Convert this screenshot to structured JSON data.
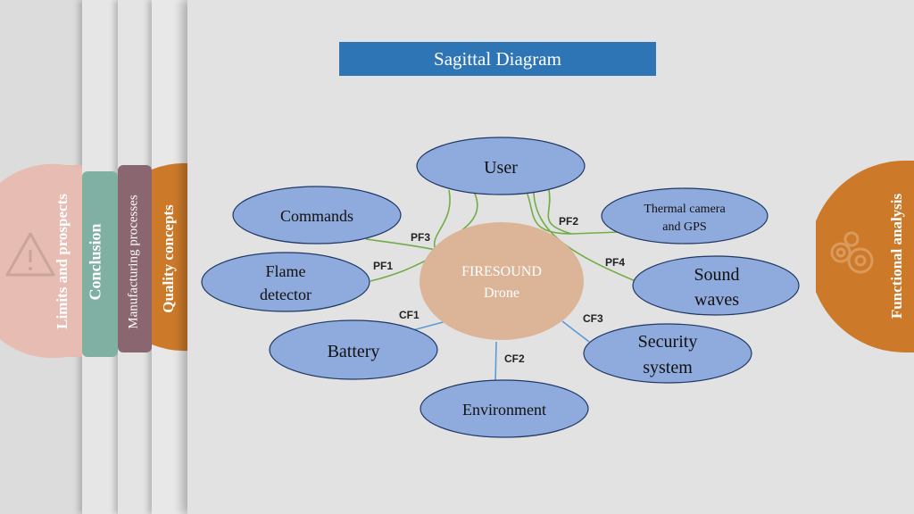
{
  "title": "Sagittal Diagram",
  "tabs": [
    {
      "label": "Limits and prospects",
      "color": "#e6b9ae"
    },
    {
      "label": "Conclusion",
      "color": "#7fb0a2"
    },
    {
      "label": "Manufacturing processes",
      "color": "#8a6670"
    },
    {
      "label": "Quality concepts",
      "color": "#cc7a2a"
    }
  ],
  "right_tab": {
    "label": "Functional analysis",
    "color": "#cc7a2a"
  },
  "center": {
    "line1": "FIRESOUND",
    "line2": "Drone",
    "color": "#dcb497"
  },
  "nodes": {
    "user": "User",
    "commands": "Commands",
    "thermal1": "Thermal camera",
    "thermal2": "and GPS",
    "flame1": "Flame",
    "flame2": "detector",
    "sound1": "Sound",
    "sound2": "waves",
    "battery": "Battery",
    "security1": "Security",
    "security2": "system",
    "environment": "Environment"
  },
  "links": {
    "pf1": "PF1",
    "pf2": "PF2",
    "pf3": "PF3",
    "pf4": "PF4",
    "cf1": "CF1",
    "cf2": "CF2",
    "cf3": "CF3"
  },
  "colors": {
    "node_fill": "#8faadc",
    "node_stroke": "#1f3864",
    "pf_line": "#70ad47",
    "cf_line": "#5b9bd5"
  }
}
